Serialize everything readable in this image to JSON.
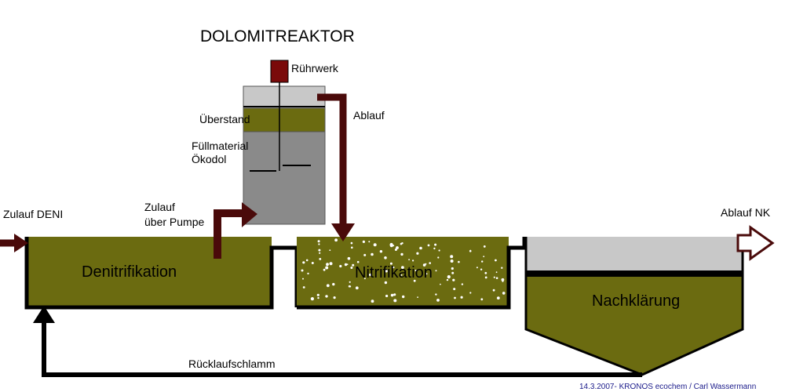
{
  "title": "DOLOMITREAKTOR",
  "labels": {
    "ruehrwerk": "Rührwerk",
    "ueberstand": "Überstand",
    "fuellmaterial_1": "Füllmaterial",
    "fuellmaterial_2": "Ökodol",
    "ablauf": "Ablauf",
    "zulauf_deni": "Zulauf DENI",
    "zulauf_pumpe_1": "Zulauf",
    "zulauf_pumpe_2": "über Pumpe",
    "ablauf_nk": "Ablauf NK",
    "denitrifikation": "Denitrifikation",
    "nitrifikation": "Nitrifikation",
    "nachklaerung": "Nachklärung",
    "ruecklaufschlamm": "Rücklaufschlamm"
  },
  "credit": "14.3.2007- KRONOS ecochem / Carl Wassermann",
  "colors": {
    "basin_fill": "#6b6b10",
    "basin_outline": "#000000",
    "reactor_top": "#c8c8c8",
    "reactor_body": "#8a8a8a",
    "pipe": "#4a0a0a",
    "motor": "#7a0a0a",
    "dots": "#ffffff",
    "credit": "#1a1a8a"
  }
}
